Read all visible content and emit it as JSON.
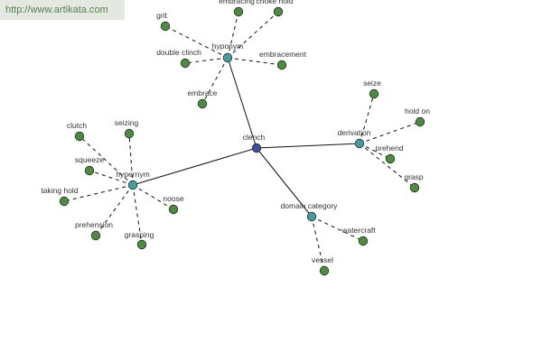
{
  "watermark": {
    "text": "http://www.artikata.com"
  },
  "colors": {
    "leaf_node": "#4f8a42",
    "relation_node": "#4a9aa6",
    "center_node": "#3f4fa0",
    "edge": "#111111",
    "label": "#333333"
  },
  "graph": {
    "center": "clench",
    "relations": [
      {
        "id": "hyponym",
        "label": "hyponym",
        "terms": [
          "grit",
          "embracing",
          "choke hold",
          "double clinch",
          "embracement",
          "embrace"
        ]
      },
      {
        "id": "hypernym",
        "label": "hypernym",
        "terms": [
          "clutch",
          "seizing",
          "squeeze",
          "taking hold",
          "noose",
          "prehension",
          "grasping"
        ]
      },
      {
        "id": "derivation",
        "label": "derivation",
        "terms": [
          "seize",
          "hold on",
          "prehend",
          "grasp"
        ]
      },
      {
        "id": "domain-category",
        "label": "domain category",
        "terms": [
          "watercraft",
          "vessel"
        ]
      }
    ]
  }
}
